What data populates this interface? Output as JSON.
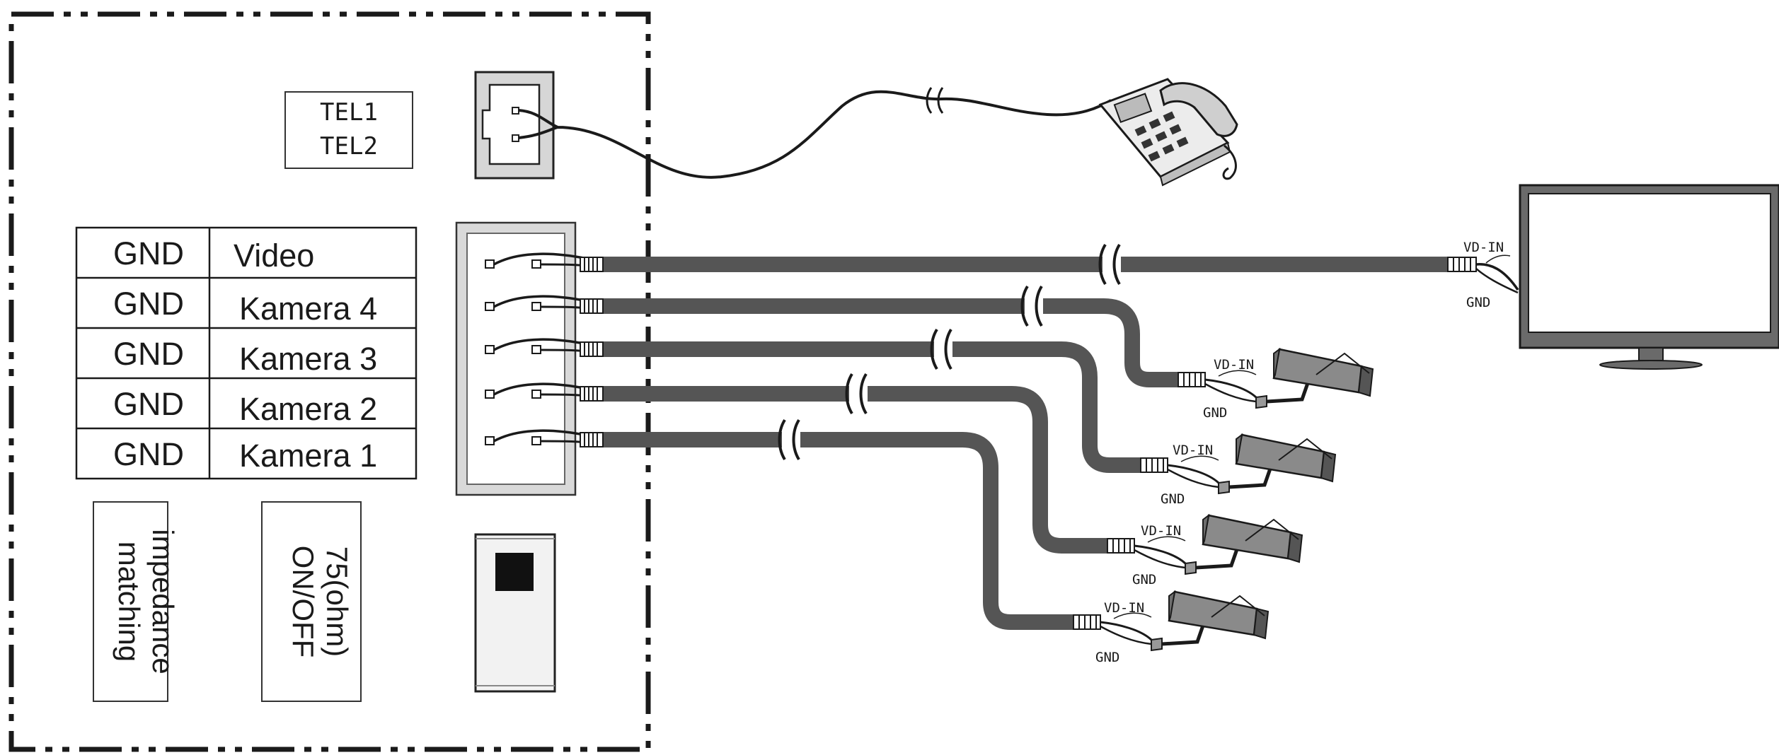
{
  "tel_labels": {
    "line1": "TEL1",
    "line2": "TEL2"
  },
  "terminal_table": {
    "rows": [
      {
        "ground": "GND",
        "signal": "Video"
      },
      {
        "ground": "GND",
        "signal": "Kamera 4"
      },
      {
        "ground": "GND",
        "signal": "Kamera 3"
      },
      {
        "ground": "GND",
        "signal": "Kamera 2"
      },
      {
        "ground": "GND",
        "signal": "Kamera 1"
      }
    ]
  },
  "impedance_label": {
    "line1": "impedance",
    "line2": "matching"
  },
  "ohm_label": {
    "line1": "75(ohm)",
    "line2": "ON/OFF"
  },
  "monitor_connector": {
    "in_label": "VD-IN",
    "gnd_label": "GND"
  },
  "camera_connectors": [
    {
      "in_label": "VD-IN",
      "gnd_label": "GND"
    },
    {
      "in_label": "VD-IN",
      "gnd_label": "GND"
    },
    {
      "in_label": "VD-IN",
      "gnd_label": "GND"
    },
    {
      "in_label": "VD-IN",
      "gnd_label": "GND"
    }
  ]
}
